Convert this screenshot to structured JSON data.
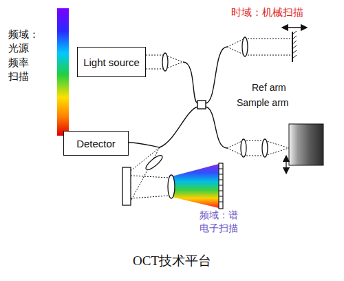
{
  "diagram": {
    "caption": "OCT技术平台",
    "nodes": [
      {
        "text": [
          "Light source"
        ]
      },
      {
        "text": [
          "Detector"
        ]
      }
    ],
    "labels": [
      "频域： 光源 频率 扫描",
      "时域：机械扫描",
      "Ref arm",
      "Sample arm",
      "频域：谱 电子扫描"
    ]
  }
}
